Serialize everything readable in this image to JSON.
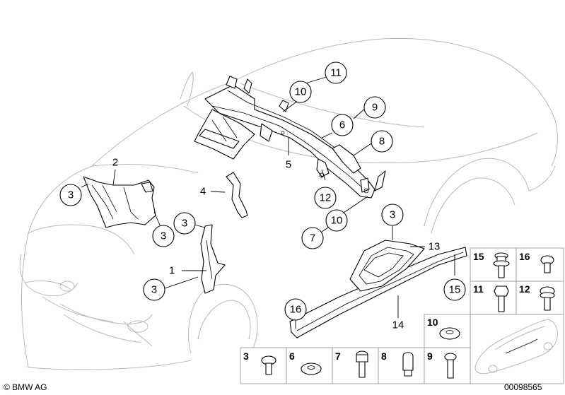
{
  "callouts": {
    "c11": "11",
    "c10_top": "10",
    "c9": "9",
    "c6": "6",
    "c8": "8",
    "c5": "5",
    "c2": "2",
    "c3_left": "3",
    "c4": "4",
    "c12": "12",
    "c3_mid": "3",
    "c3_center": "3",
    "c3_right": "3",
    "c10_mid": "10",
    "c7": "7",
    "c13": "13",
    "c1": "1",
    "c3_bottom": "3",
    "c15": "15",
    "c14": "14",
    "c16": "16"
  },
  "parts_grid": {
    "cells": [
      {
        "number": "15",
        "icon": "flange-screw-icon"
      },
      {
        "number": "16",
        "icon": "round-screw-icon"
      },
      {
        "number": "11",
        "icon": "hex-bolt-icon"
      },
      {
        "number": "12",
        "icon": "torx-screw-icon"
      },
      {
        "number": "10",
        "icon": "grommet-icon"
      },
      {
        "number": "3",
        "icon": "pan-screw-icon"
      },
      {
        "number": "6",
        "icon": "washer-icon"
      },
      {
        "number": "7",
        "icon": "bolt-icon"
      },
      {
        "number": "8",
        "icon": "plug-icon"
      },
      {
        "number": "9",
        "icon": "screw-icon"
      }
    ]
  },
  "footer": {
    "copyright": "© BMW AG",
    "diagram_number": "00098565"
  }
}
